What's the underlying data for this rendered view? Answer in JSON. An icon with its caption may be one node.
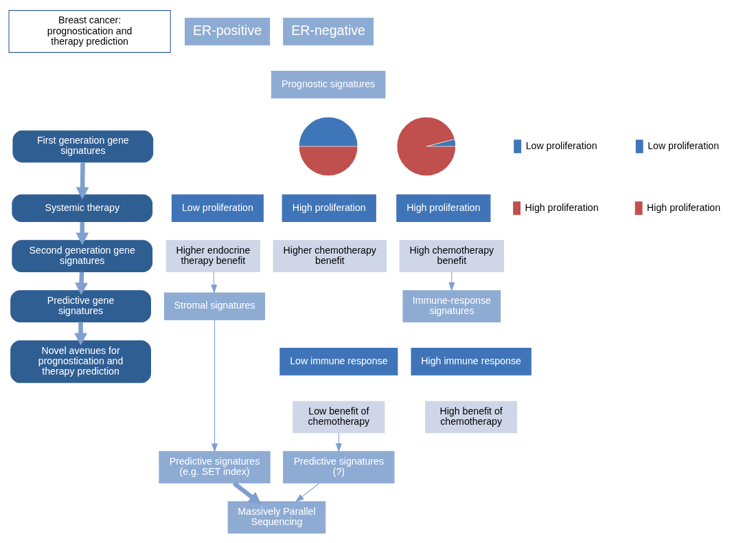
{
  "diagram": {
    "nodes": [
      {
        "text": [
          "Breast cancer: prognostication and therapy prediction"
        ]
      },
      {
        "text": [
          "First generation gene signatures"
        ]
      },
      {
        "text": [
          "Systemic therapy"
        ]
      },
      {
        "text": [
          "Second generation gene signatures"
        ]
      },
      {
        "text": [
          "Predictive gene signatures"
        ]
      },
      {
        "text": [
          "Novel avenues for prognostication and therapy prediction"
        ]
      },
      {
        "text": [
          "ER-positive"
        ]
      },
      {
        "text": [
          "ER-negative"
        ]
      },
      {
        "text": [
          "Prognostic signatures"
        ]
      },
      {
        "text": [],
        "shape": "pie"
      },
      {
        "text": [],
        "shape": "pie"
      },
      {
        "text": [
          "Low proliferation"
        ]
      },
      {
        "text": [
          "High proliferation"
        ]
      },
      {
        "text": [
          "Higher endocrine therapy benefit"
        ]
      },
      {
        "text": [
          "Higher chemotherapy benefit"
        ]
      },
      {
        "text": [
          "High proliferation"
        ]
      },
      {
        "text": [
          "High chemotherapy benefit"
        ]
      },
      {
        "text": [
          "Stromal signatures"
        ]
      },
      {
        "text": [
          "Immune-response signatures"
        ]
      },
      {
        "text": [
          "Low immune response"
        ]
      },
      {
        "text": [
          "High immune response"
        ]
      },
      {
        "text": [
          "Low benefit of chemotherapy"
        ]
      },
      {
        "text": [
          "High benefit of chemotherapy"
        ]
      },
      {
        "text": [
          "Predictive signatures (e.g. SET index)"
        ]
      },
      {
        "text": [
          "Predictive signatures (?)"
        ]
      },
      {
        "text": [
          "Massively Parallel Sequencing"
        ]
      }
    ],
    "edges": [
      {
        "from": 1,
        "to": 2,
        "arrow": "to",
        "style": "thick"
      },
      {
        "from": 2,
        "to": 3,
        "arrow": "to",
        "style": "thick"
      },
      {
        "from": 3,
        "to": 4,
        "arrow": "to",
        "style": "thick"
      },
      {
        "from": 4,
        "to": 5,
        "arrow": "to",
        "style": "thick"
      },
      {
        "from": 13,
        "to": 17,
        "arrow": "to"
      },
      {
        "from": 17,
        "to": 23,
        "arrow": "to"
      },
      {
        "from": 23,
        "to": 25,
        "arrow": "to",
        "style": "thick"
      },
      {
        "from": 16,
        "to": 18,
        "arrow": "to"
      },
      {
        "from": 21,
        "to": 24,
        "arrow": "to"
      },
      {
        "from": 24,
        "to": 25,
        "arrow": "to"
      }
    ],
    "legend": [
      {
        "text": "Low proliferation",
        "color": "#3f76b9"
      },
      {
        "text": "High proliferation",
        "color": "#c0504d"
      },
      {
        "text": "Low proliferation",
        "color": "#3f76b9"
      },
      {
        "text": "High proliferation",
        "color": "#c0504d"
      }
    ]
  }
}
